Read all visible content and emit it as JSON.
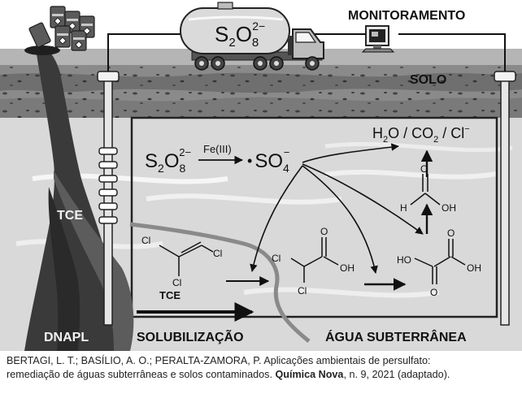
{
  "labels": {
    "monitoring": "MONITORAMENTO",
    "soil": "SOLO",
    "tce_plume": "TCE",
    "dnapl": "DNAPL",
    "solubilization": "SOLUBILIZAÇÃO",
    "groundwater": "ÁGUA SUBTERRÂNEA"
  },
  "tanker": {
    "formula_main": "S",
    "formula_sub1": "2",
    "formula_o": "O",
    "formula_sub2": "8",
    "formula_sup": "2−"
  },
  "reaction": {
    "persulfate_s": "S",
    "persulfate_sub1": "2",
    "persulfate_o": "O",
    "persulfate_sub2": "8",
    "persulfate_sup": "2−",
    "catalyst": "Fe(III)",
    "radical_dot": "•",
    "radical_so": "SO",
    "radical_sub": "4",
    "radical_sup": "−"
  },
  "products": {
    "h2o_h": "H",
    "h2o_sub": "2",
    "h2o_o": "O / CO",
    "co2_sub": "2",
    "chloride": " / Cl",
    "chloride_sup": "−"
  },
  "molecules": {
    "tce_label": "TCE",
    "atom_cl": "Cl",
    "atom_o": "O",
    "atom_oh": "OH",
    "atom_ho": "HO",
    "atom_h": "H"
  },
  "caption": {
    "line1": "BERTAGI, L. T.; BASÍLIO, A. O.; PERALTA-ZAMORA, P. Aplicações ambientais de persulfato:",
    "line2_pre": "remediação de águas subterrâneas e solos contaminados. ",
    "journal": "Química Nova",
    "line2_post": ", n. 9, 2021 (adaptado)."
  }
}
